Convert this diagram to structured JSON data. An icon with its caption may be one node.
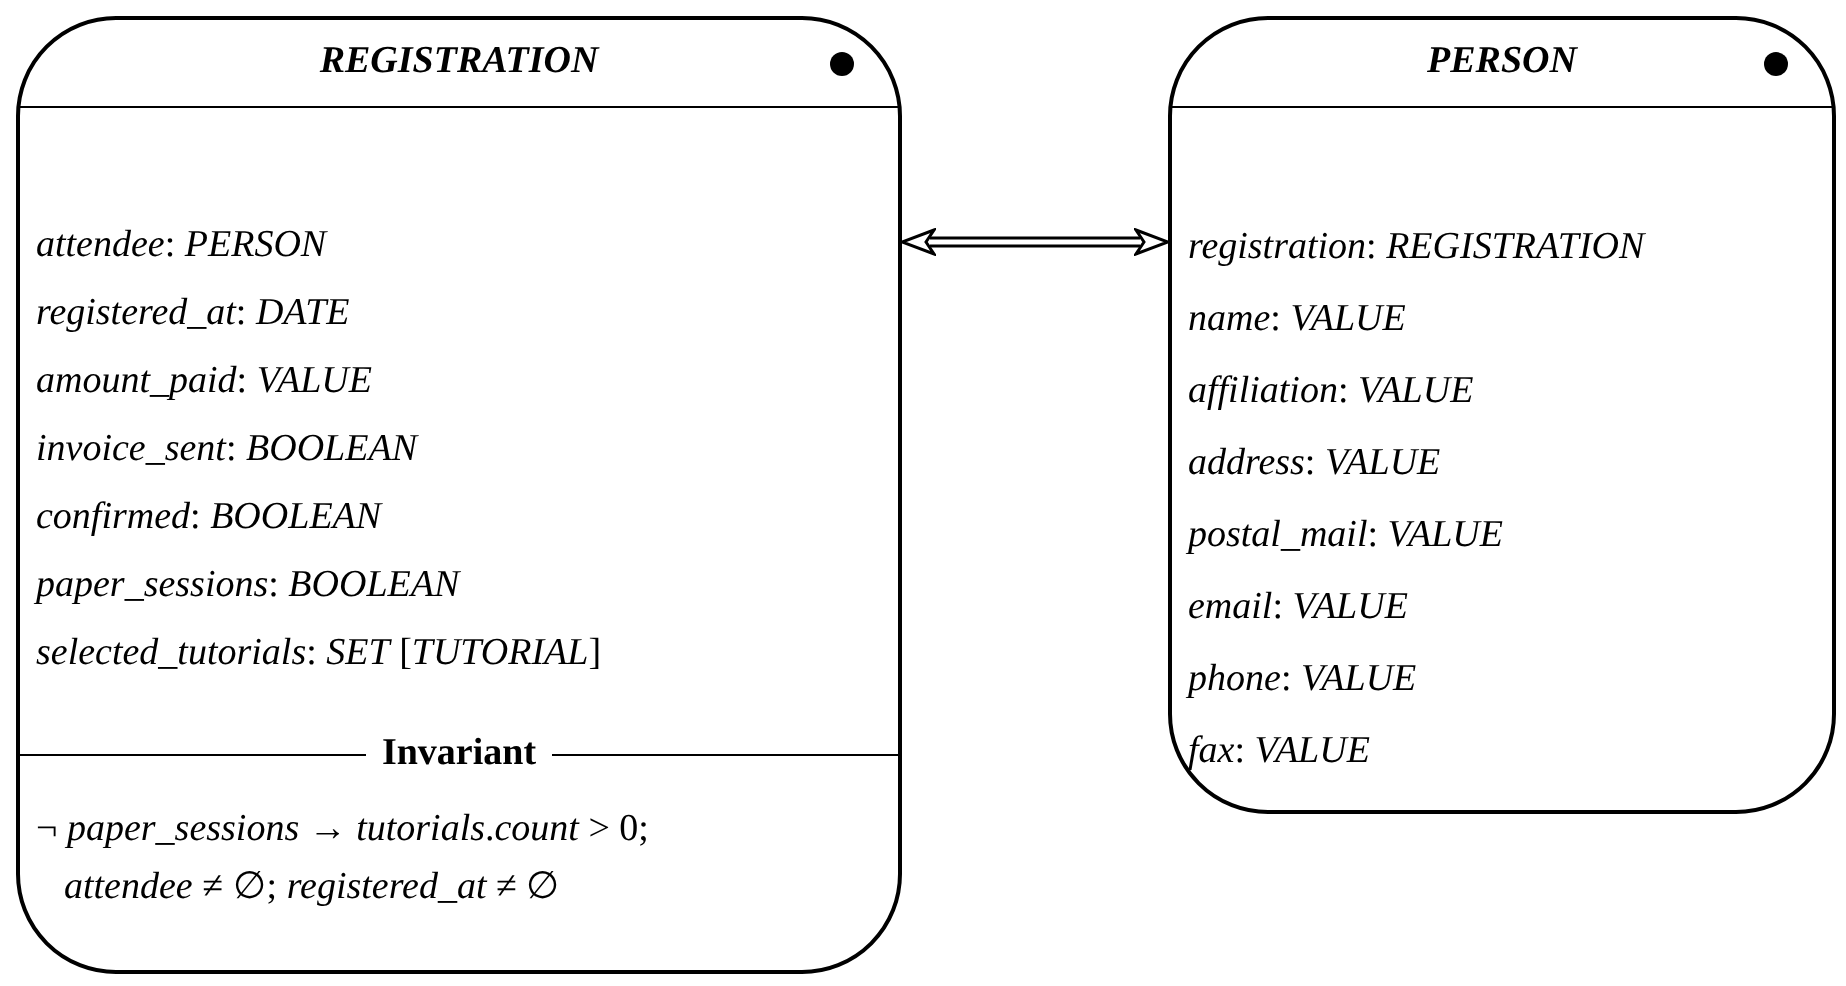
{
  "diagram": {
    "nodes": [
      {
        "text": [
          "REGISTRATION",
          "*attendee*: *PERSON*",
          "*registered_at*: *DATE*",
          "*amount_paid*: *VALUE*",
          "*invoice_sent*: *BOOLEAN*",
          "*confirmed*: *BOOLEAN*",
          "*paper_sessions*: *BOOLEAN*",
          "*selected_tutorials*: *SET* [*TUTORIAL*]",
          "Invariant",
          "¬ *paper_sessions* → *tutorials*.*count* > 0;",
          "*attendee* ≠ ∅; *registered_at* ≠ ∅"
        ]
      },
      {
        "text": [
          "PERSON",
          "*registration*: *REGISTRATION*",
          "*name*: *VALUE*",
          "*affiliation*: *VALUE*",
          "*address*: *VALUE*",
          "*postal_mail*: *VALUE*",
          "*email*: *VALUE*",
          "*phone*: *VALUE*",
          "*fax*: *VALUE*"
        ]
      }
    ],
    "edges": [
      {
        "from": 0,
        "to": 1,
        "arrow": "both"
      }
    ]
  }
}
